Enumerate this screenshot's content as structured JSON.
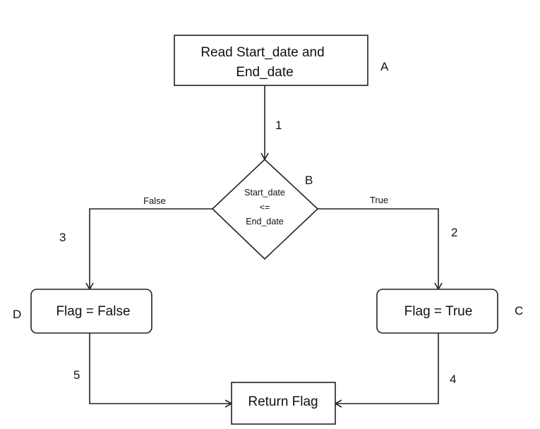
{
  "nodes": {
    "A": {
      "letter": "A",
      "line1": "Read  Start_date and",
      "line2": "End_date"
    },
    "B": {
      "letter": "B",
      "line1": "Start_date",
      "line2": "<=",
      "line3": "End_date"
    },
    "C": {
      "letter": "C",
      "text": "Flag = True"
    },
    "D": {
      "letter": "D",
      "text": "Flag = False"
    },
    "E": {
      "text": "Return Flag"
    }
  },
  "edges": {
    "e1": {
      "number": "1"
    },
    "e2": {
      "number": "2",
      "label": "True"
    },
    "e3": {
      "number": "3",
      "label": "False"
    },
    "e4": {
      "number": "4"
    },
    "e5": {
      "number": "5"
    }
  },
  "colors": {
    "stroke": "#222222",
    "text": "#111111",
    "background": "#ffffff"
  }
}
